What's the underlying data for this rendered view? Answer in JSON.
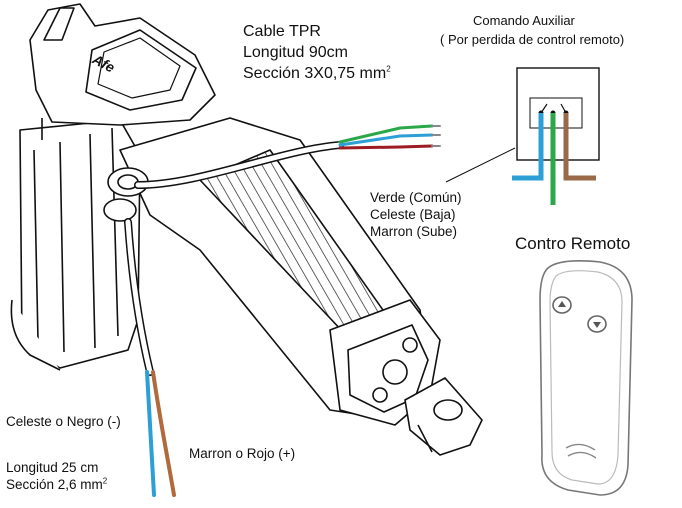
{
  "long_cable": {
    "title": "Cable TPR",
    "length": "Longitud 90cm",
    "section": "Sección 3X0,75 mm",
    "section_exp": "2"
  },
  "aux_command": {
    "title": "Comando Auxiliar",
    "subtitle": "( Por perdida de control remoto)"
  },
  "wires": [
    {
      "label": "Verde (Común)",
      "color": "#2aa84a"
    },
    {
      "label": "Celeste (Baja)",
      "color": "#2b9fd6"
    },
    {
      "label": "Marron (Sube)",
      "color": "#9a6a48"
    }
  ],
  "remote": {
    "title": "Contro Remoto"
  },
  "short_cable": {
    "celeste": "Celeste o Negro (-)",
    "marron": "Marron o Rojo (+)",
    "length": "Longitud 25 cm",
    "section": "Sección 2,6 mm",
    "section_exp": "2",
    "color_blue": "#2b9fd6",
    "color_brown": "#b06a3c"
  },
  "colors": {
    "wire_green": "#2aa84a",
    "wire_red": "#9c1c22",
    "wire_blue": "#2b9fd6",
    "wire_brown": "#9a6a48"
  }
}
